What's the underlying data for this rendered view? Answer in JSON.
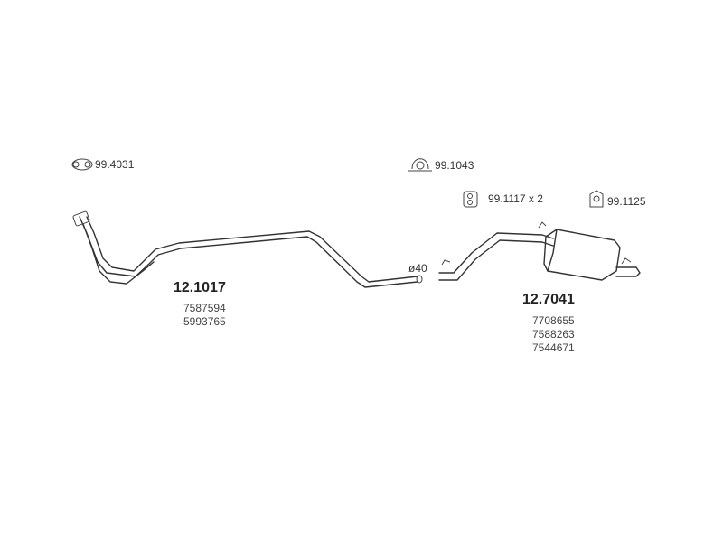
{
  "parts": {
    "clamp_99_4031": "99.4031",
    "clamp_99_1043": "99.1043",
    "hanger_99_1117": "99.1117 x 2",
    "hanger_99_1125": "99.1125",
    "front_pipe": {
      "number": "12.1017",
      "refs": [
        "7587594",
        "5993765"
      ]
    },
    "diameter": "ø40",
    "rear_muffler": {
      "number": "12.7041",
      "refs": [
        "7708655",
        "7588263",
        "7544671"
      ]
    }
  }
}
